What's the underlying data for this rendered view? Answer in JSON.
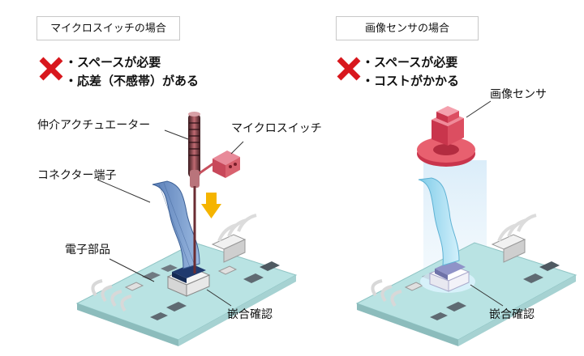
{
  "left": {
    "title": "マイクロスイッチの場合",
    "cons": [
      "・スペースが必要",
      "・応差（不感帯）がある"
    ],
    "labels": {
      "actuator": "仲介アクチュエーター",
      "switch": "マイクロスイッチ",
      "connector": "コネクター端子",
      "component": "電子部品",
      "check": "嵌合確認"
    }
  },
  "right": {
    "title": "画像センサの場合",
    "cons": [
      "・スペースが必要",
      "・コストがかかる"
    ],
    "labels": {
      "sensor": "画像センサ",
      "check": "嵌合確認"
    }
  },
  "colors": {
    "cross": "#d8171d",
    "board": "#b9e3e3",
    "sensor": "#e0445a",
    "arrow": "#f5b400",
    "connector_left": "#203a6e",
    "connector_right": "#8f93c8"
  }
}
